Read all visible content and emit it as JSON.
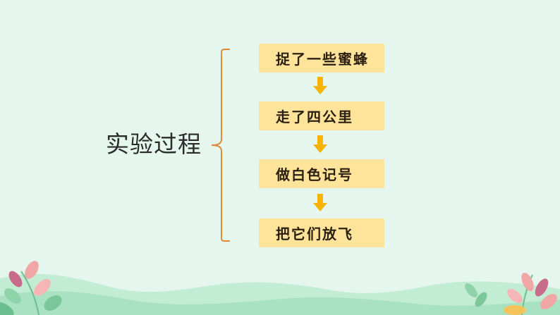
{
  "diagram": {
    "main_label": "实验过程",
    "steps": [
      "捉了一些蜜蜂",
      "走了四公里",
      "做白色记号",
      "把它们放飞"
    ]
  },
  "colors": {
    "background": "#e4f6ee",
    "step_fill": "#fde49a",
    "arrow": "#f6b400",
    "bracket": "#e28a3a"
  }
}
